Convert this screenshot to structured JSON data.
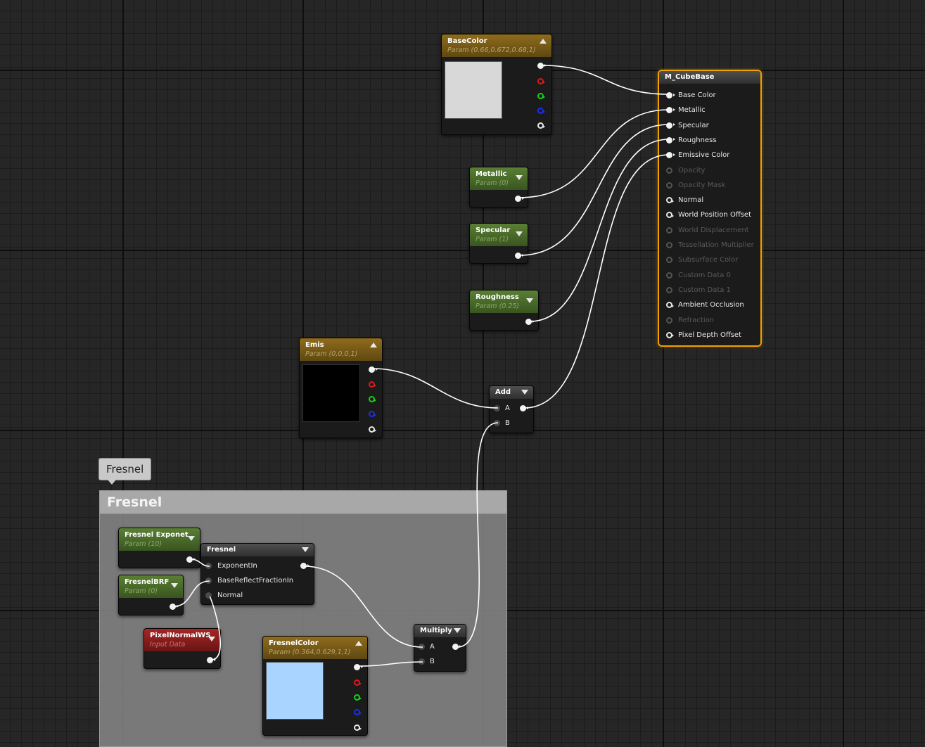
{
  "comment": {
    "bubble_text": "Fresnel",
    "title": "Fresnel"
  },
  "nodes": {
    "base_color": {
      "title": "BaseColor",
      "subtitle": "Param (0.66,0.672,0.68,1)",
      "swatch": "#d8d8d8"
    },
    "metallic": {
      "title": "Metallic",
      "subtitle": "Param (0)"
    },
    "specular": {
      "title": "Specular",
      "subtitle": "Param (1)"
    },
    "roughness": {
      "title": "Roughness",
      "subtitle": "Param (0.25)"
    },
    "emis": {
      "title": "Emis",
      "subtitle": "Param (0,0,0,1)",
      "swatch": "#000000"
    },
    "add": {
      "title": "Add",
      "inputs": [
        "A",
        "B"
      ]
    },
    "fresnel_exponent": {
      "title": "Fresnel Exponet",
      "subtitle": "Param (10)"
    },
    "fresnel_brf": {
      "title": "FresnelBRF",
      "subtitle": "Param (0)"
    },
    "pixel_normal": {
      "title": "PixelNormalWS",
      "subtitle": "Input Data"
    },
    "fresnel": {
      "title": "Fresnel",
      "inputs": [
        "ExponentIn",
        "BaseReflectFractionIn",
        "Normal"
      ]
    },
    "fresnel_color": {
      "title": "FresnelColor",
      "subtitle": "Param (0.364,0.629,1,1)",
      "swatch": "#a9d4ff"
    },
    "multiply": {
      "title": "Multiply",
      "inputs": [
        "A",
        "B"
      ]
    },
    "material": {
      "title": "M_CubeBase",
      "inputs": [
        {
          "label": "Base Color",
          "state": "connected"
        },
        {
          "label": "Metallic",
          "state": "connected"
        },
        {
          "label": "Specular",
          "state": "connected"
        },
        {
          "label": "Roughness",
          "state": "connected"
        },
        {
          "label": "Emissive Color",
          "state": "connected"
        },
        {
          "label": "Opacity",
          "state": "disabled"
        },
        {
          "label": "Opacity Mask",
          "state": "disabled"
        },
        {
          "label": "Normal",
          "state": "open"
        },
        {
          "label": "World Position Offset",
          "state": "open"
        },
        {
          "label": "World Displacement",
          "state": "disabled"
        },
        {
          "label": "Tessellation Multiplier",
          "state": "disabled"
        },
        {
          "label": "Subsurface Color",
          "state": "disabled"
        },
        {
          "label": "Custom Data 0",
          "state": "disabled"
        },
        {
          "label": "Custom Data 1",
          "state": "disabled"
        },
        {
          "label": "Ambient Occlusion",
          "state": "open"
        },
        {
          "label": "Refraction",
          "state": "disabled"
        },
        {
          "label": "Pixel Depth Offset",
          "state": "open"
        }
      ]
    }
  },
  "colors": {
    "background": "#262626",
    "param_header": "#8f6c1c",
    "scalar_header": "#5a7f34",
    "input_data_header": "#a52626",
    "selection_outline": "#f0a000",
    "wire": "#ffffff"
  }
}
